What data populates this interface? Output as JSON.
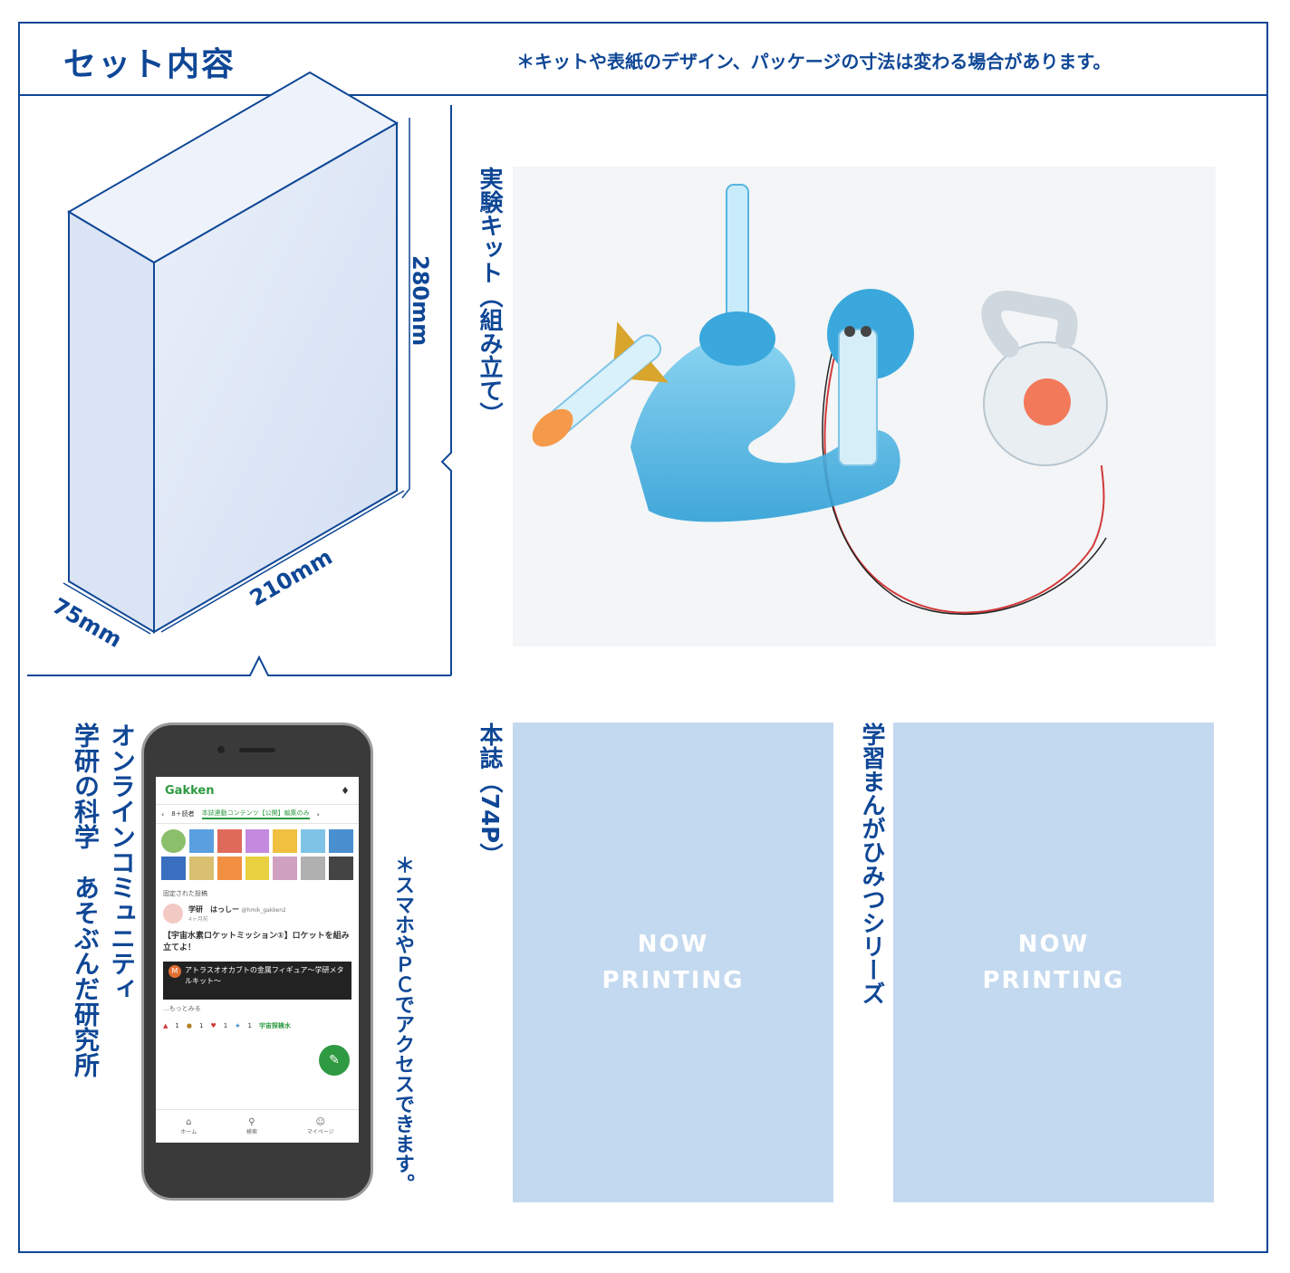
{
  "header": {
    "title": "セット内容",
    "note": "＊キットや表紙のデザイン、パッケージの寸法は変わる場合があります。"
  },
  "box": {
    "height_label": "280mm",
    "width_label": "210mm",
    "depth_label": "75mm"
  },
  "kit": {
    "label": "実験キット（組み立て）"
  },
  "magazine": {
    "label": "本誌（74P）",
    "placeholder": "NOW\nPRINTING"
  },
  "manga": {
    "label": "学習まんがひみつシリーズ",
    "placeholder": "NOW\nPRINTING"
  },
  "community": {
    "line1": "オンラインコミュニティ",
    "line2": "学研の科学　あそぶんだ研究所",
    "note": "＊スマホやＰＣでアクセスできます。"
  },
  "phone_screen": {
    "brand": "Gakken",
    "tab_left": "8＋読者",
    "tab_active": "本誌連動コンテンツ【公開】編集のみ",
    "pinned": "固定された投稿",
    "author": "学研　はっしー",
    "handle": "@hmik_gakken2",
    "time": "4ヶ月前",
    "post_title": "【宇宙水素ロケットミッション①】ロケットを組み立てよ！",
    "card_initial": "M",
    "card_text": "アトラスオオカブトの金属フィギュア〜学研メタルキット〜",
    "more": "...もっとみる",
    "reaction_tag": "宇宙探検水",
    "reaction_counts": [
      "1",
      "1",
      "1",
      "1"
    ],
    "nav_home": "ホーム",
    "nav_search": "検索",
    "nav_mypage": "マイページ"
  },
  "colors": {
    "brand_blue": "#0f4796",
    "placeholder_blue": "#c3d9ef",
    "gakken_green": "#2e9a41",
    "kit_cyan": "#4db8e6"
  }
}
